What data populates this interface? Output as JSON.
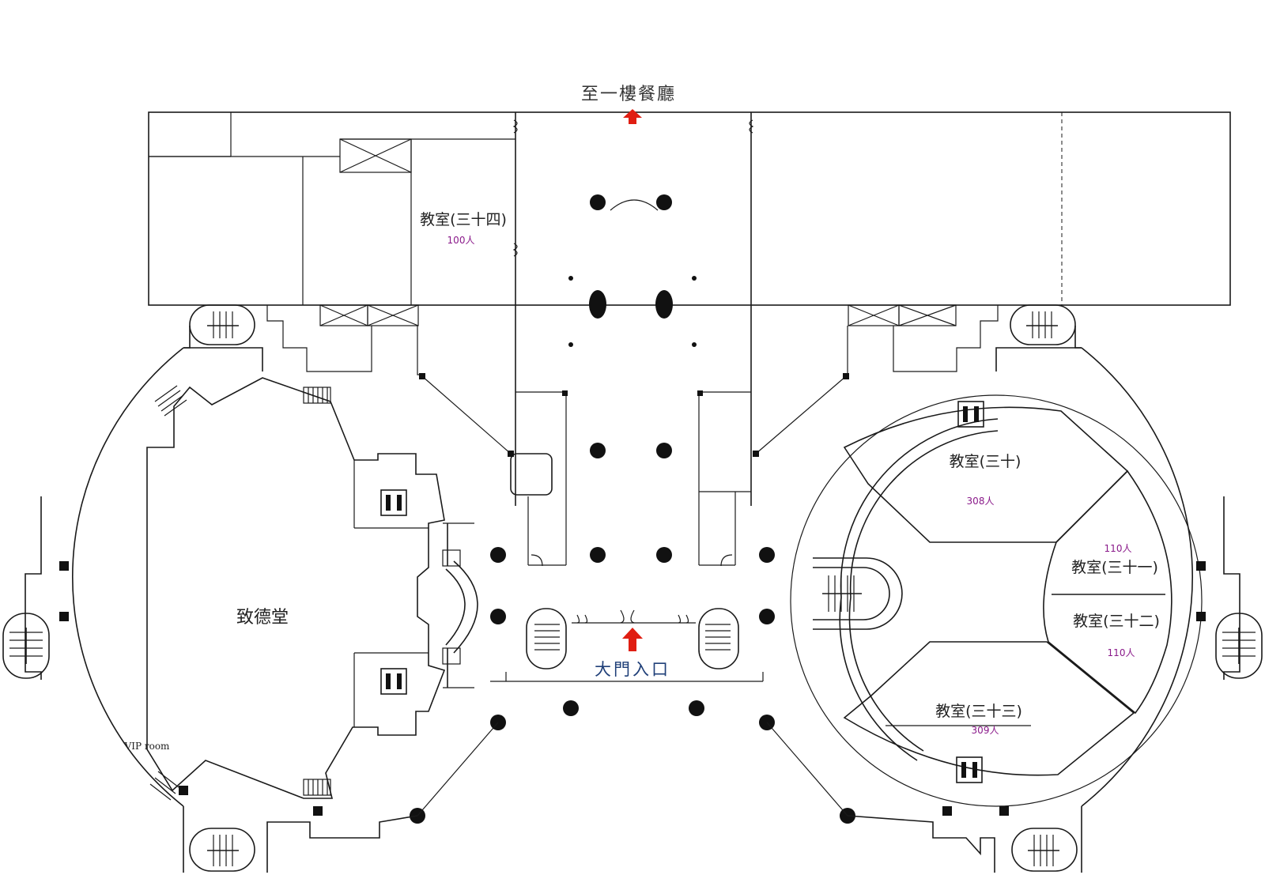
{
  "map": {
    "top_exit_label": "至一樓餐廳",
    "entrance_label": "大門入口",
    "auditorium_label": "致德堂",
    "vip_label": "VIP room",
    "rooms": [
      {
        "name": "教室(三十四)",
        "capacity": "100人"
      },
      {
        "name": "教室(三十)",
        "capacity": "308人"
      },
      {
        "name": "教室(三十一)",
        "capacity": "110人"
      },
      {
        "name": "教室(三十二)",
        "capacity": "110人"
      },
      {
        "name": "教室(三十三)",
        "capacity": "309人"
      }
    ],
    "colors": {
      "wall": "#1a1a1a",
      "arrow": "#e01e12",
      "capacity": "#8a1a8a",
      "entrance_text": "#1f3f78"
    },
    "icons": [
      "up-arrow-icon",
      "elevator-icon",
      "stairs-icon",
      "column-icon"
    ]
  }
}
